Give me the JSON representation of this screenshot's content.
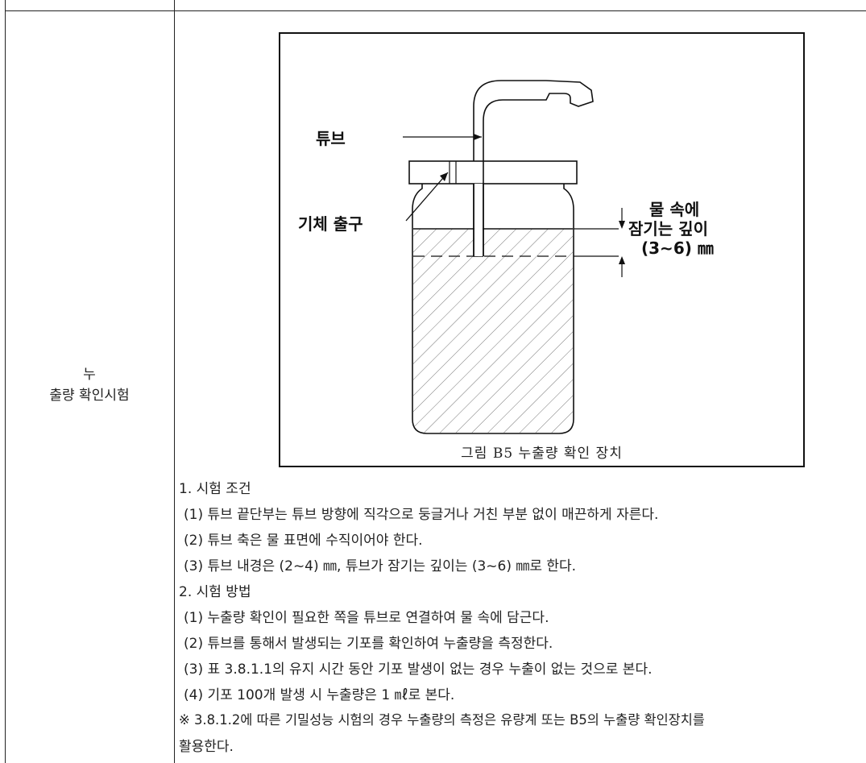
{
  "row_label": {
    "line1": "누",
    "line2": "출량 확인시험"
  },
  "figure": {
    "labels": {
      "tube": "튜브",
      "gas_outlet": "기체 출구",
      "depth_line1": "물 속에",
      "depth_line2": "잠기는 깊이",
      "depth_line3": "(3∼6) ㎜"
    },
    "caption": "그림 B5 누출량 확인 장치"
  },
  "content": {
    "section1_title": "1. 시험 조건",
    "section1_items": [
      "(1) 튜브 끝단부는 튜브 방향에 직각으로 둥글거나 거친 부분 없이 매끈하게 자른다.",
      "(2) 튜브 축은 물 표면에 수직이어야 한다.",
      "(3) 튜브 내경은 (2~4) ㎜, 튜브가 잠기는 깊이는 (3~6) ㎜로 한다."
    ],
    "section2_title": "2. 시험 방법",
    "section2_items": [
      "(1) 누출량 확인이 필요한 쪽을 튜브로 연결하여 물 속에 담근다.",
      "(2) 튜브를 통해서 발생되는 기포를 확인하여 누출량을 측정한다.",
      "(3) 표 3.8.1.1의 유지 시간 동안 기포 발생이 없는 경우 누출이 없는 것으로 본다.",
      "(4) 기포 100개 발생 시 누출량은 1 ㎖로 본다."
    ],
    "note_line1": "※ 3.8.1.2에 따른 기밀성능 시험의 경우 누출량의 측정은 유량계 또는 B5의 누출량 확인장치를",
    "note_line2": "활용한다."
  }
}
